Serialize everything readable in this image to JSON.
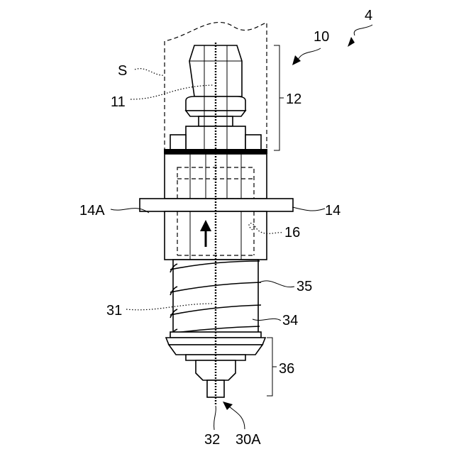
{
  "labels": {
    "ref_4": "4",
    "ref_10": "10",
    "ref_S": "S",
    "ref_11": "11",
    "ref_12": "12",
    "ref_14A": "14A",
    "ref_14": "14",
    "ref_16": "16",
    "ref_35": "35",
    "ref_31": "31",
    "ref_34": "34",
    "ref_36": "36",
    "ref_32": "32",
    "ref_30A": "30A"
  }
}
